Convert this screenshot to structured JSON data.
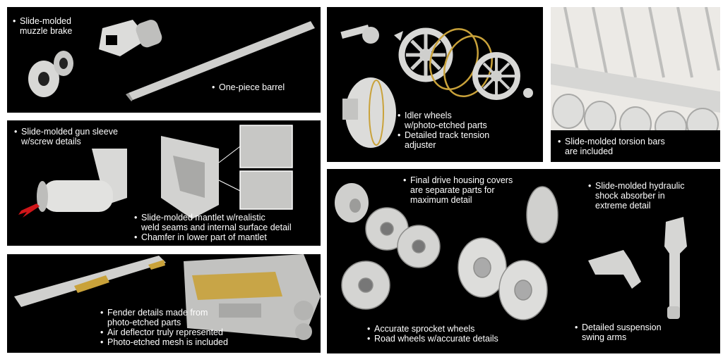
{
  "panels": {
    "muzzle": {
      "cap1": [
        "Slide-molded",
        "muzzle brake"
      ],
      "cap2": [
        "One-piece barrel"
      ]
    },
    "gun_sleeve": {
      "cap1": [
        "Slide-molded gun sleeve",
        "w/screw details"
      ],
      "cap2": [
        "Slide-molded mantlet w/realistic",
        "weld seams and internal surface detail"
      ],
      "cap3": [
        "Chamfer in lower part of mantlet"
      ]
    },
    "fender": {
      "cap1": [
        "Fender details made from",
        "photo-etched parts"
      ],
      "cap2": [
        "Air deflector truly represented"
      ],
      "cap3": [
        "Photo-etched mesh is included"
      ]
    },
    "idler": {
      "cap1": [
        "Idler wheels",
        "w/photo-etched parts"
      ],
      "cap2": [
        "Detailed track tension",
        "adjuster"
      ]
    },
    "torsion": {
      "cap1": [
        "Slide-molded torsion bars",
        "are included"
      ]
    },
    "running_gear": {
      "cap1": [
        "Final drive housing covers",
        "are separate parts for",
        "maximum detail"
      ],
      "cap2": [
        "Slide-molded hydraulic",
        "shock absorber in",
        "extreme detail"
      ],
      "cap3": [
        "Accurate sprocket wheels"
      ],
      "cap4": [
        "Road wheels w/accurate details"
      ],
      "cap5": [
        "Detailed suspension",
        "swing arms"
      ]
    }
  },
  "colors": {
    "panel_bg": "#000000",
    "part_grey": "#d4d4d2",
    "etched_gold": "#c9a23a",
    "arrow_red": "#d0161a"
  }
}
